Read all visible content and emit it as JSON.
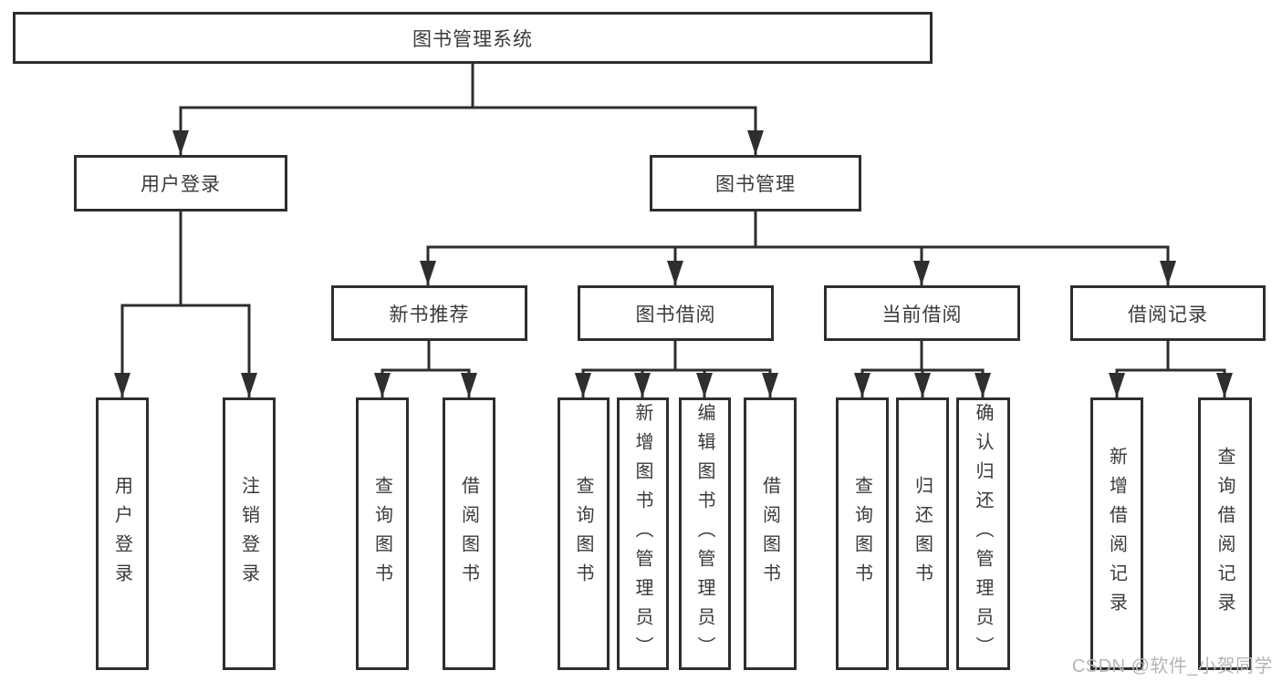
{
  "diagram": {
    "root": "图书管理系统",
    "level2": {
      "user_login": "用户登录",
      "book_management": "图书管理"
    },
    "level3": {
      "new_book_recommend": "新书推荐",
      "book_borrow": "图书借阅",
      "current_borrow": "当前借阅",
      "borrow_records": "借阅记录"
    },
    "leaves": {
      "user_login": "用户登录",
      "logout": "注销登录",
      "nb_query_books": "查询图书",
      "nb_borrow_books": "借阅图书",
      "bb_query_books": "查询图书",
      "bb_add_book_admin": "新增图书（管理员）",
      "bb_edit_book_admin": "编辑图书（管理员）",
      "bb_borrow_books": "借阅图书",
      "cb_query_books": "查询图书",
      "cb_return_book": "归还图书",
      "cb_confirm_return_admin": "确认归还（管理员）",
      "br_add_record": "新增借阅记录",
      "br_query_record": "查询借阅记录"
    }
  },
  "watermark": "CSDN @软件_小贺同学",
  "colors": {
    "line": "#2e2e2e",
    "box_border": "#2e2e2e",
    "text": "#3a3a3a",
    "watermark": "#b5b5b5",
    "background": "#ffffff"
  }
}
